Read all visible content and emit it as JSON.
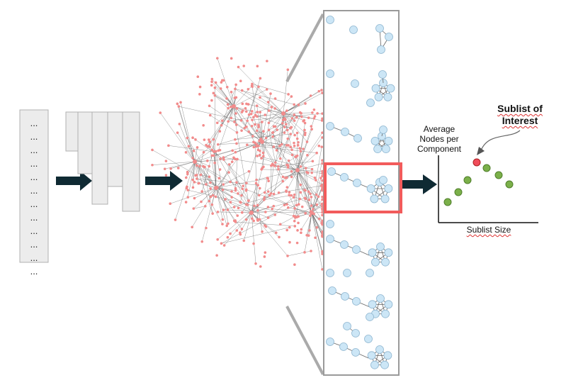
{
  "list_dots": [
    "...",
    "...",
    "...",
    "...",
    "...",
    "...",
    "...",
    "...",
    "...",
    "...",
    "...",
    "..."
  ],
  "annotation": {
    "title_line1": "Sublist of",
    "title_line2": "Interest"
  },
  "plot": {
    "ylabel_line1": "Average",
    "ylabel_line2": "Nodes per",
    "ylabel_line3": "Component",
    "xlabel": "Sublist Size"
  },
  "colors": {
    "network_node": "#f28b8b",
    "network_edge": "#555555",
    "component_node": "#cce6f6",
    "component_stroke": "#8fb6d0",
    "panel_border": "#9a9a9a",
    "highlight": "#f25b5b",
    "arrow": "#0f2a33",
    "point_green": "#7bb04a",
    "point_red": "#f04c5a",
    "bar_fill": "#ececec"
  },
  "icons": [
    "right-arrow-icon",
    "curved-arrow-icon"
  ]
}
